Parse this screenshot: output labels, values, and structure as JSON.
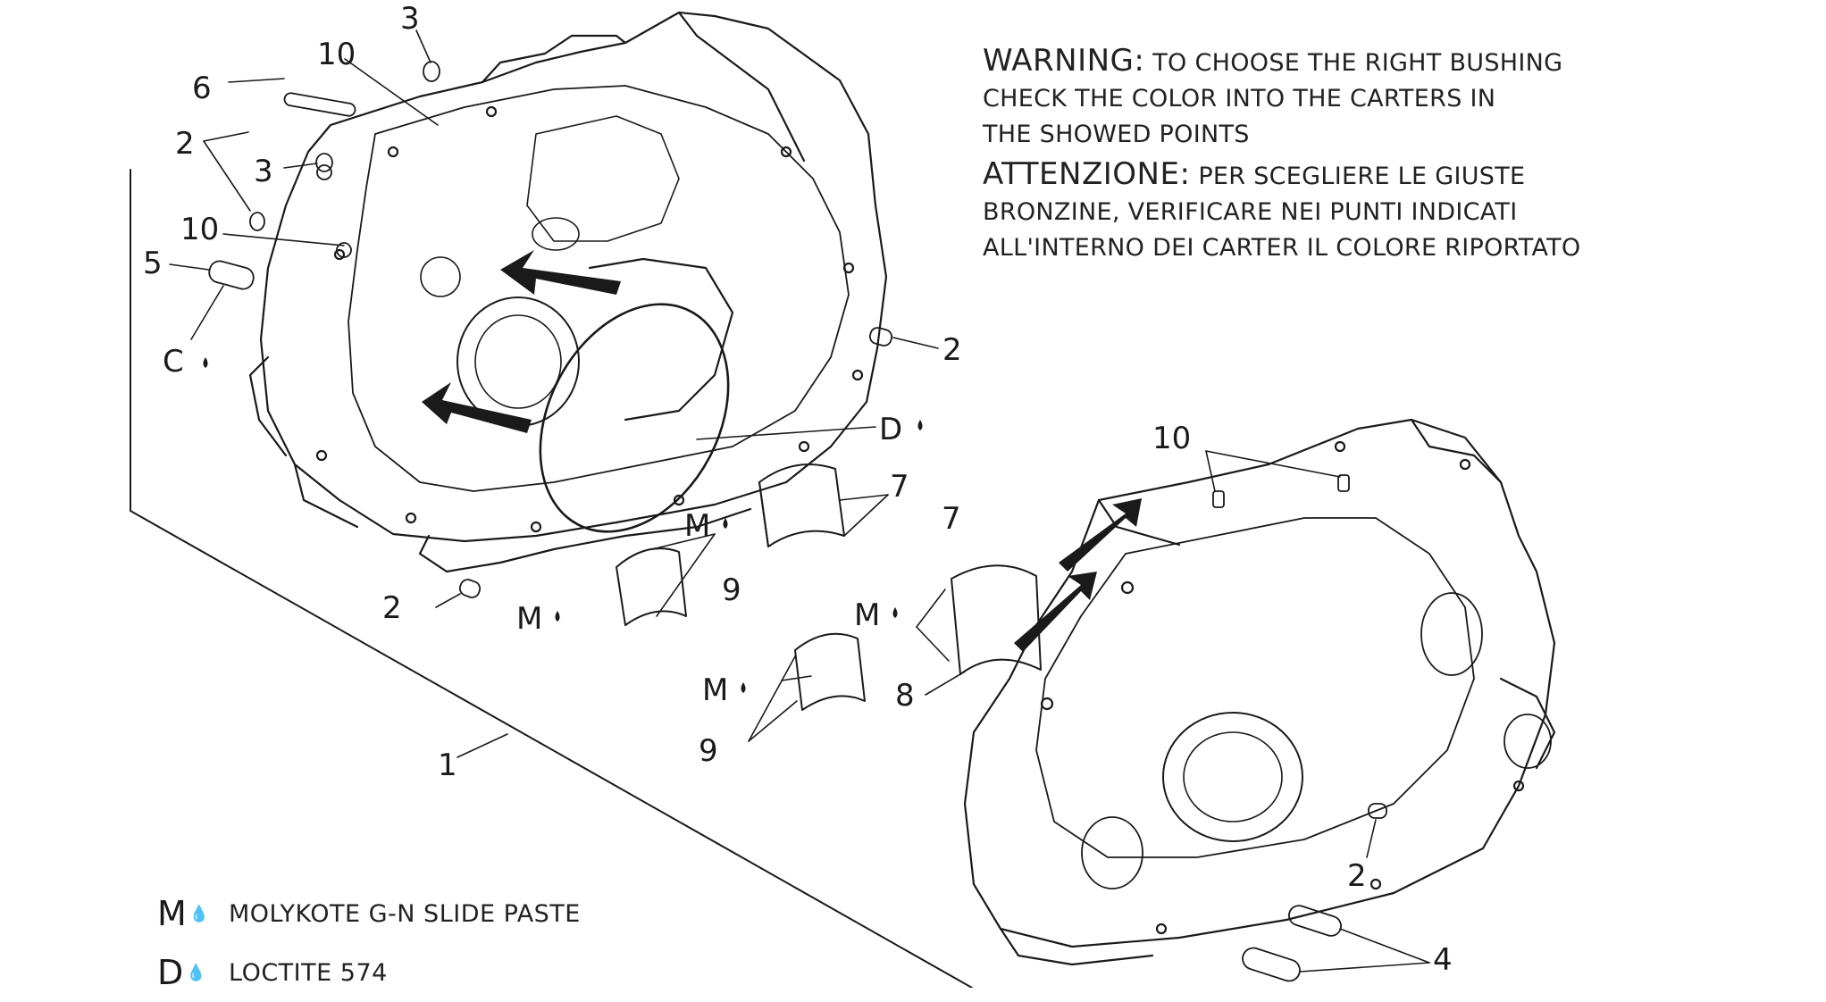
{
  "notes": {
    "warning_head": "WARNING:",
    "warning_lines": [
      "TO CHOOSE THE RIGHT BUSHING",
      "CHECK THE COLOR INTO THE CARTERS IN",
      "THE SHOWED POINTS"
    ],
    "attenzione_head": "ATTENZIONE:",
    "attenzione_lines": [
      "PER SCEGLIERE LE GIUSTE",
      "BRONZINE, VERIFICARE NEI PUNTI INDICATI",
      "ALL'INTERNO DEI CARTER IL COLORE RIPORTATO"
    ]
  },
  "legend": [
    {
      "symbol": "M",
      "drop": "⁂",
      "text": "MOLYKOTE G-N SLIDE PASTE"
    },
    {
      "symbol": "D",
      "drop": "⁂",
      "text": "LOCTITE 574"
    }
  ],
  "callouts": {
    "n1": "1",
    "n2a": "2",
    "n2b": "2",
    "n2c": "2",
    "n2d": "2",
    "n3a": "3",
    "n3b": "3",
    "n4": "4",
    "n5": "5",
    "n6": "6",
    "n7a": "7",
    "n7b": "7",
    "n8": "8",
    "n9a": "9",
    "n9b": "9",
    "n10a": "10",
    "n10b": "10",
    "n10c": "10",
    "cC": "C",
    "cD": "D",
    "cM1": "M",
    "cM2": "M",
    "cM3": "M",
    "cM4": "M"
  },
  "colors": {
    "line": "#1a1a1a",
    "background": "#ffffff"
  }
}
